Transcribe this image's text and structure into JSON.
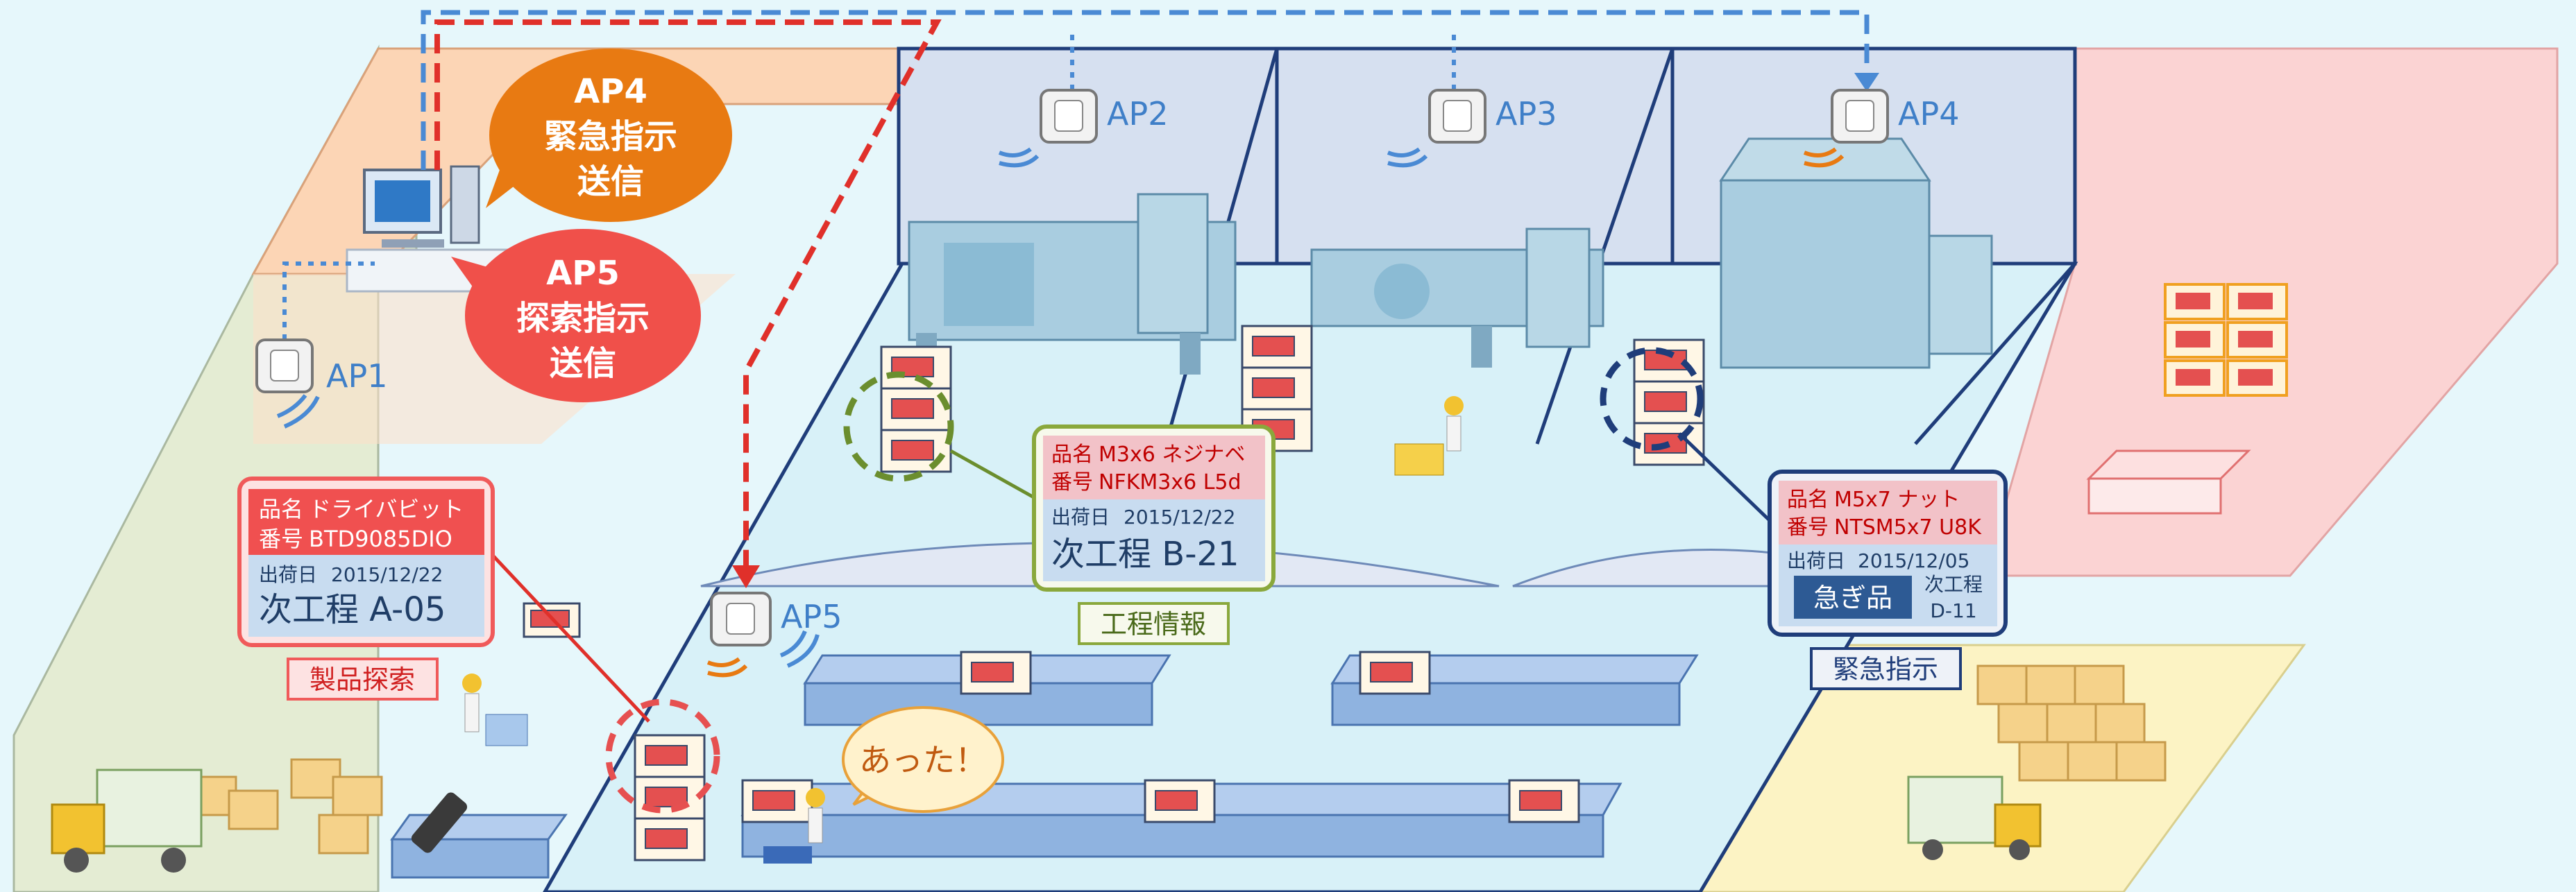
{
  "access_points": [
    {
      "id": "ap1",
      "label": "AP1"
    },
    {
      "id": "ap2",
      "label": "AP2"
    },
    {
      "id": "ap3",
      "label": "AP3"
    },
    {
      "id": "ap4",
      "label": "AP4"
    },
    {
      "id": "ap5",
      "label": "AP5"
    }
  ],
  "bubbles": {
    "ap4": {
      "line1": "AP4",
      "line2": "緊急指示",
      "line3": "送信",
      "color": "#e87a12"
    },
    "ap5": {
      "line1": "AP5",
      "line2": "探索指示",
      "line3": "送信",
      "color": "#f0504a"
    },
    "found": {
      "text": "あった！"
    }
  },
  "cards": {
    "search": {
      "name_label": "品名",
      "name_value": "ドライバビット",
      "number_label": "番号",
      "number_value": "BTD9085DIO",
      "ship_label": "出荷日",
      "ship_date": "2015/12/22",
      "next_process": "次工程 A-05",
      "tag": "製品探索"
    },
    "process": {
      "name_label": "品名",
      "name_value": "M3x6 ネジナベ",
      "number_label": "番号",
      "number_value": "NFKM3x6 L5d",
      "ship_label": "出荷日",
      "ship_date": "2015/12/22",
      "next_process": "次工程 B-21",
      "tag": "工程情報"
    },
    "urgent": {
      "name_label": "品名",
      "name_value": "M5x7 ナット",
      "number_label": "番号",
      "number_value": "NTSM5x7 U8K",
      "ship_label": "出荷日",
      "ship_date": "2015/12/05",
      "urgent_badge": "急ぎ品",
      "next_label": "次工程",
      "next_code": "D-11",
      "tag": "緊急指示"
    }
  },
  "colors": {
    "background": "#e6f7fb",
    "zone_orange": "#fcd5b5",
    "zone_green": "#e4ecd3",
    "zone_red": "#fbd3d3",
    "zone_yellow": "#fcf3c4",
    "floor": "#d8f1f8",
    "wall": "#d6e0f0",
    "outline": "#1f3d7a",
    "signal_blue": "#4a8ad4",
    "signal_red": "#e0302a",
    "green_accent": "#7aa03c"
  }
}
